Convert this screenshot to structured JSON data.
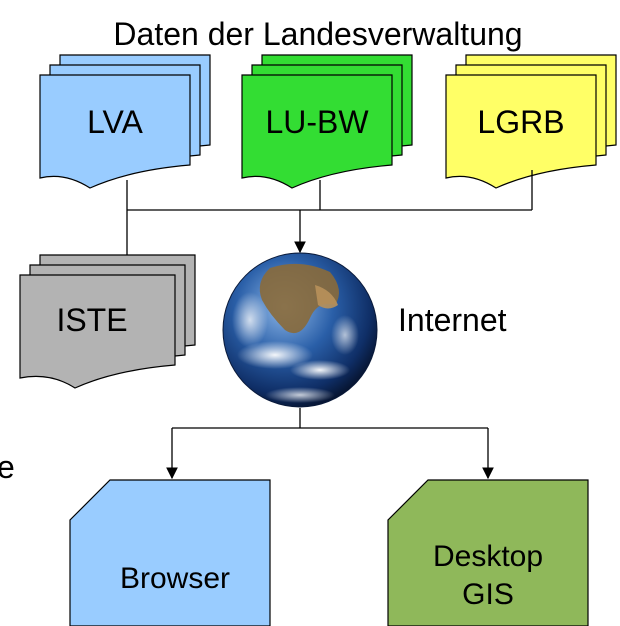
{
  "title": "Daten der Landesverwaltung",
  "sources": [
    {
      "label": "LVA",
      "color": "#99ccff"
    },
    {
      "label": "LU-BW",
      "color": "#33dd33"
    },
    {
      "label": "LGRB",
      "color": "#ffff66"
    }
  ],
  "iste": {
    "label": "ISTE",
    "color": "#b3b3b3"
  },
  "internet_label": "Internet",
  "clients": [
    {
      "label": "Browser",
      "color": "#99ccff"
    },
    {
      "label_line1": "Desktop",
      "label_line2": "GIS",
      "color": "#8fb85a"
    }
  ],
  "stray_char": "e"
}
